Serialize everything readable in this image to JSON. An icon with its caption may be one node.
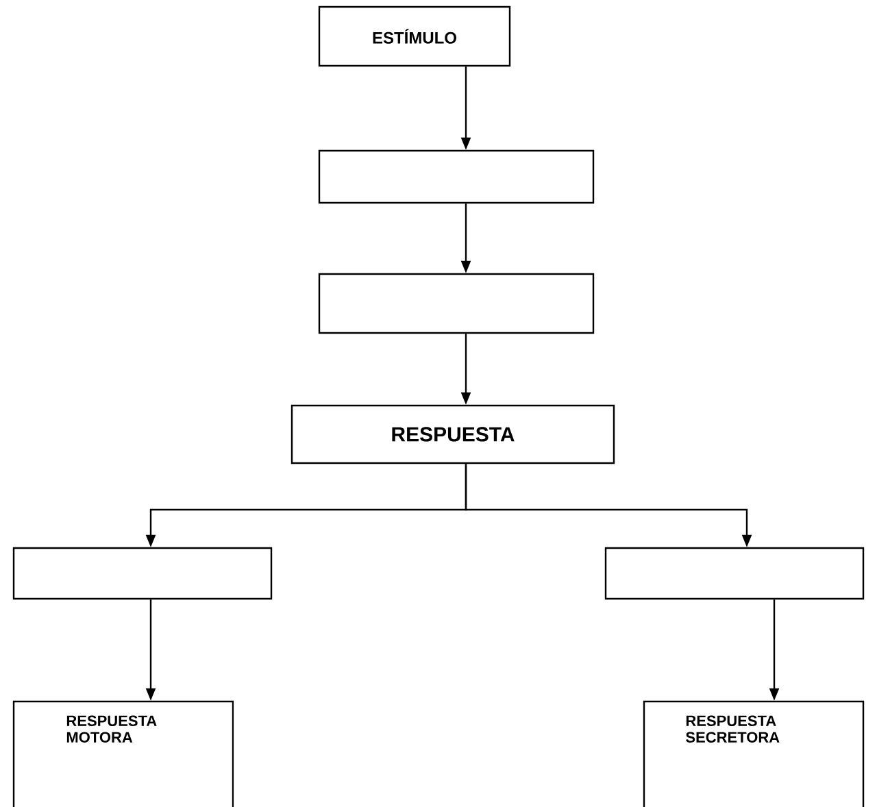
{
  "diagram": {
    "nodes": [
      {
        "text": [
          "ESTÍMULO"
        ]
      },
      {
        "text": [],
        "shape": "box"
      },
      {
        "text": [],
        "shape": "box"
      },
      {
        "text": [
          "RESPUESTA"
        ]
      },
      {
        "text": [],
        "shape": "box"
      },
      {
        "text": [],
        "shape": "box"
      },
      {
        "text": [
          "RESPUESTA MOTORA"
        ]
      },
      {
        "text": [
          "RESPUESTA SECRETORA"
        ]
      }
    ],
    "edges": [
      {
        "from": 0,
        "to": 1,
        "arrow": "to"
      },
      {
        "from": 1,
        "to": 2,
        "arrow": "to"
      },
      {
        "from": 2,
        "to": 3,
        "arrow": "to"
      },
      {
        "from": 3,
        "to": 4,
        "arrow": "to"
      },
      {
        "from": 3,
        "to": 5,
        "arrow": "to"
      },
      {
        "from": 4,
        "to": 6,
        "arrow": "to"
      },
      {
        "from": 5,
        "to": 7,
        "arrow": "to"
      }
    ]
  }
}
